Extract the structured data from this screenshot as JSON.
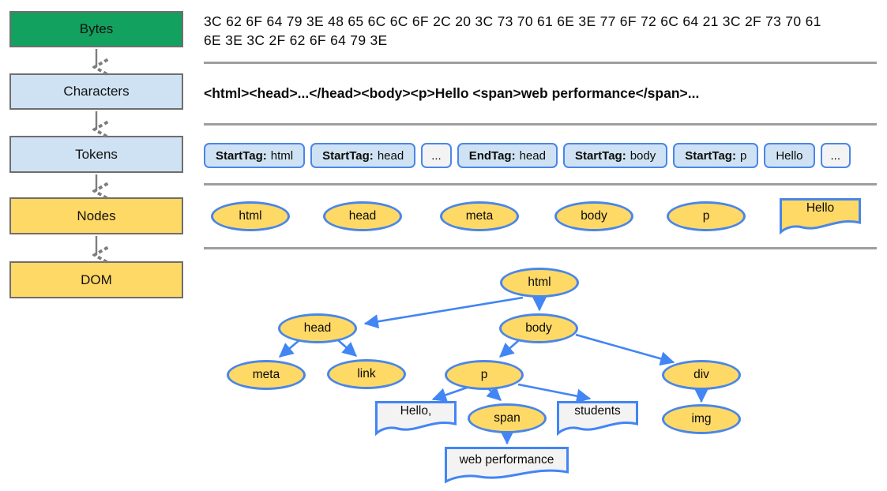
{
  "colors": {
    "bytes_box": "#12a15e",
    "light_blue_box": "#cfe2f3",
    "yellow_box": "#ffd966",
    "node_border_blue": "#4a86e8",
    "arrow_blue": "#4285f4",
    "separator_gray": "#9e9e9e",
    "text_node_fill": "#f3f3f3"
  },
  "pipeline": {
    "stages": [
      {
        "label": "Bytes"
      },
      {
        "label": "Characters"
      },
      {
        "label": "Tokens"
      },
      {
        "label": "Nodes"
      },
      {
        "label": "DOM"
      }
    ]
  },
  "bytes": {
    "line1": "3C 62 6F 64 79 3E 48 65 6C 6C 6F 2C 20 3C 73 70 61 6E 3E 77 6F 72 6C 64 21 3C 2F 73 70 61",
    "line2": "6E 3E 3C 2F 62 6F 64 79 3E"
  },
  "characters": {
    "text": "<html><head>...</head><body><p>Hello <span>web performance</span>..."
  },
  "tokens": {
    "items": [
      {
        "prefix": "StartTag:",
        "value": "html",
        "style": "blue"
      },
      {
        "prefix": "StartTag:",
        "value": "head",
        "style": "blue"
      },
      {
        "prefix": "",
        "value": "...",
        "style": "plain"
      },
      {
        "prefix": "EndTag:",
        "value": "head",
        "style": "blue"
      },
      {
        "prefix": "StartTag:",
        "value": "body",
        "style": "blue"
      },
      {
        "prefix": "StartTag:",
        "value": "p",
        "style": "blue"
      },
      {
        "prefix": "",
        "value": "Hello",
        "style": "blue"
      },
      {
        "prefix": "",
        "value": "...",
        "style": "plain"
      }
    ]
  },
  "nodes_row": {
    "items": [
      {
        "label": "html",
        "shape": "ellipse"
      },
      {
        "label": "head",
        "shape": "ellipse"
      },
      {
        "label": "meta",
        "shape": "ellipse"
      },
      {
        "label": "body",
        "shape": "ellipse"
      },
      {
        "label": "p",
        "shape": "ellipse"
      },
      {
        "label": "Hello",
        "shape": "text-node"
      }
    ]
  },
  "dom_tree": {
    "nodes": [
      {
        "id": "html",
        "label": "html",
        "shape": "ellipse"
      },
      {
        "id": "head",
        "label": "head",
        "shape": "ellipse"
      },
      {
        "id": "body",
        "label": "body",
        "shape": "ellipse"
      },
      {
        "id": "meta",
        "label": "meta",
        "shape": "ellipse"
      },
      {
        "id": "link",
        "label": "link",
        "shape": "ellipse"
      },
      {
        "id": "p",
        "label": "p",
        "shape": "ellipse"
      },
      {
        "id": "div",
        "label": "div",
        "shape": "ellipse"
      },
      {
        "id": "hello",
        "label": "Hello,",
        "shape": "text-node"
      },
      {
        "id": "span",
        "label": "span",
        "shape": "ellipse"
      },
      {
        "id": "students",
        "label": "students",
        "shape": "text-node"
      },
      {
        "id": "img",
        "label": "img",
        "shape": "ellipse"
      },
      {
        "id": "webperf",
        "label": "web performance",
        "shape": "text-node"
      }
    ],
    "edges": [
      [
        "html",
        "head"
      ],
      [
        "html",
        "body"
      ],
      [
        "head",
        "meta"
      ],
      [
        "head",
        "link"
      ],
      [
        "body",
        "p"
      ],
      [
        "body",
        "div"
      ],
      [
        "p",
        "hello"
      ],
      [
        "p",
        "span"
      ],
      [
        "p",
        "students"
      ],
      [
        "span",
        "webperf"
      ],
      [
        "div",
        "img"
      ]
    ]
  }
}
